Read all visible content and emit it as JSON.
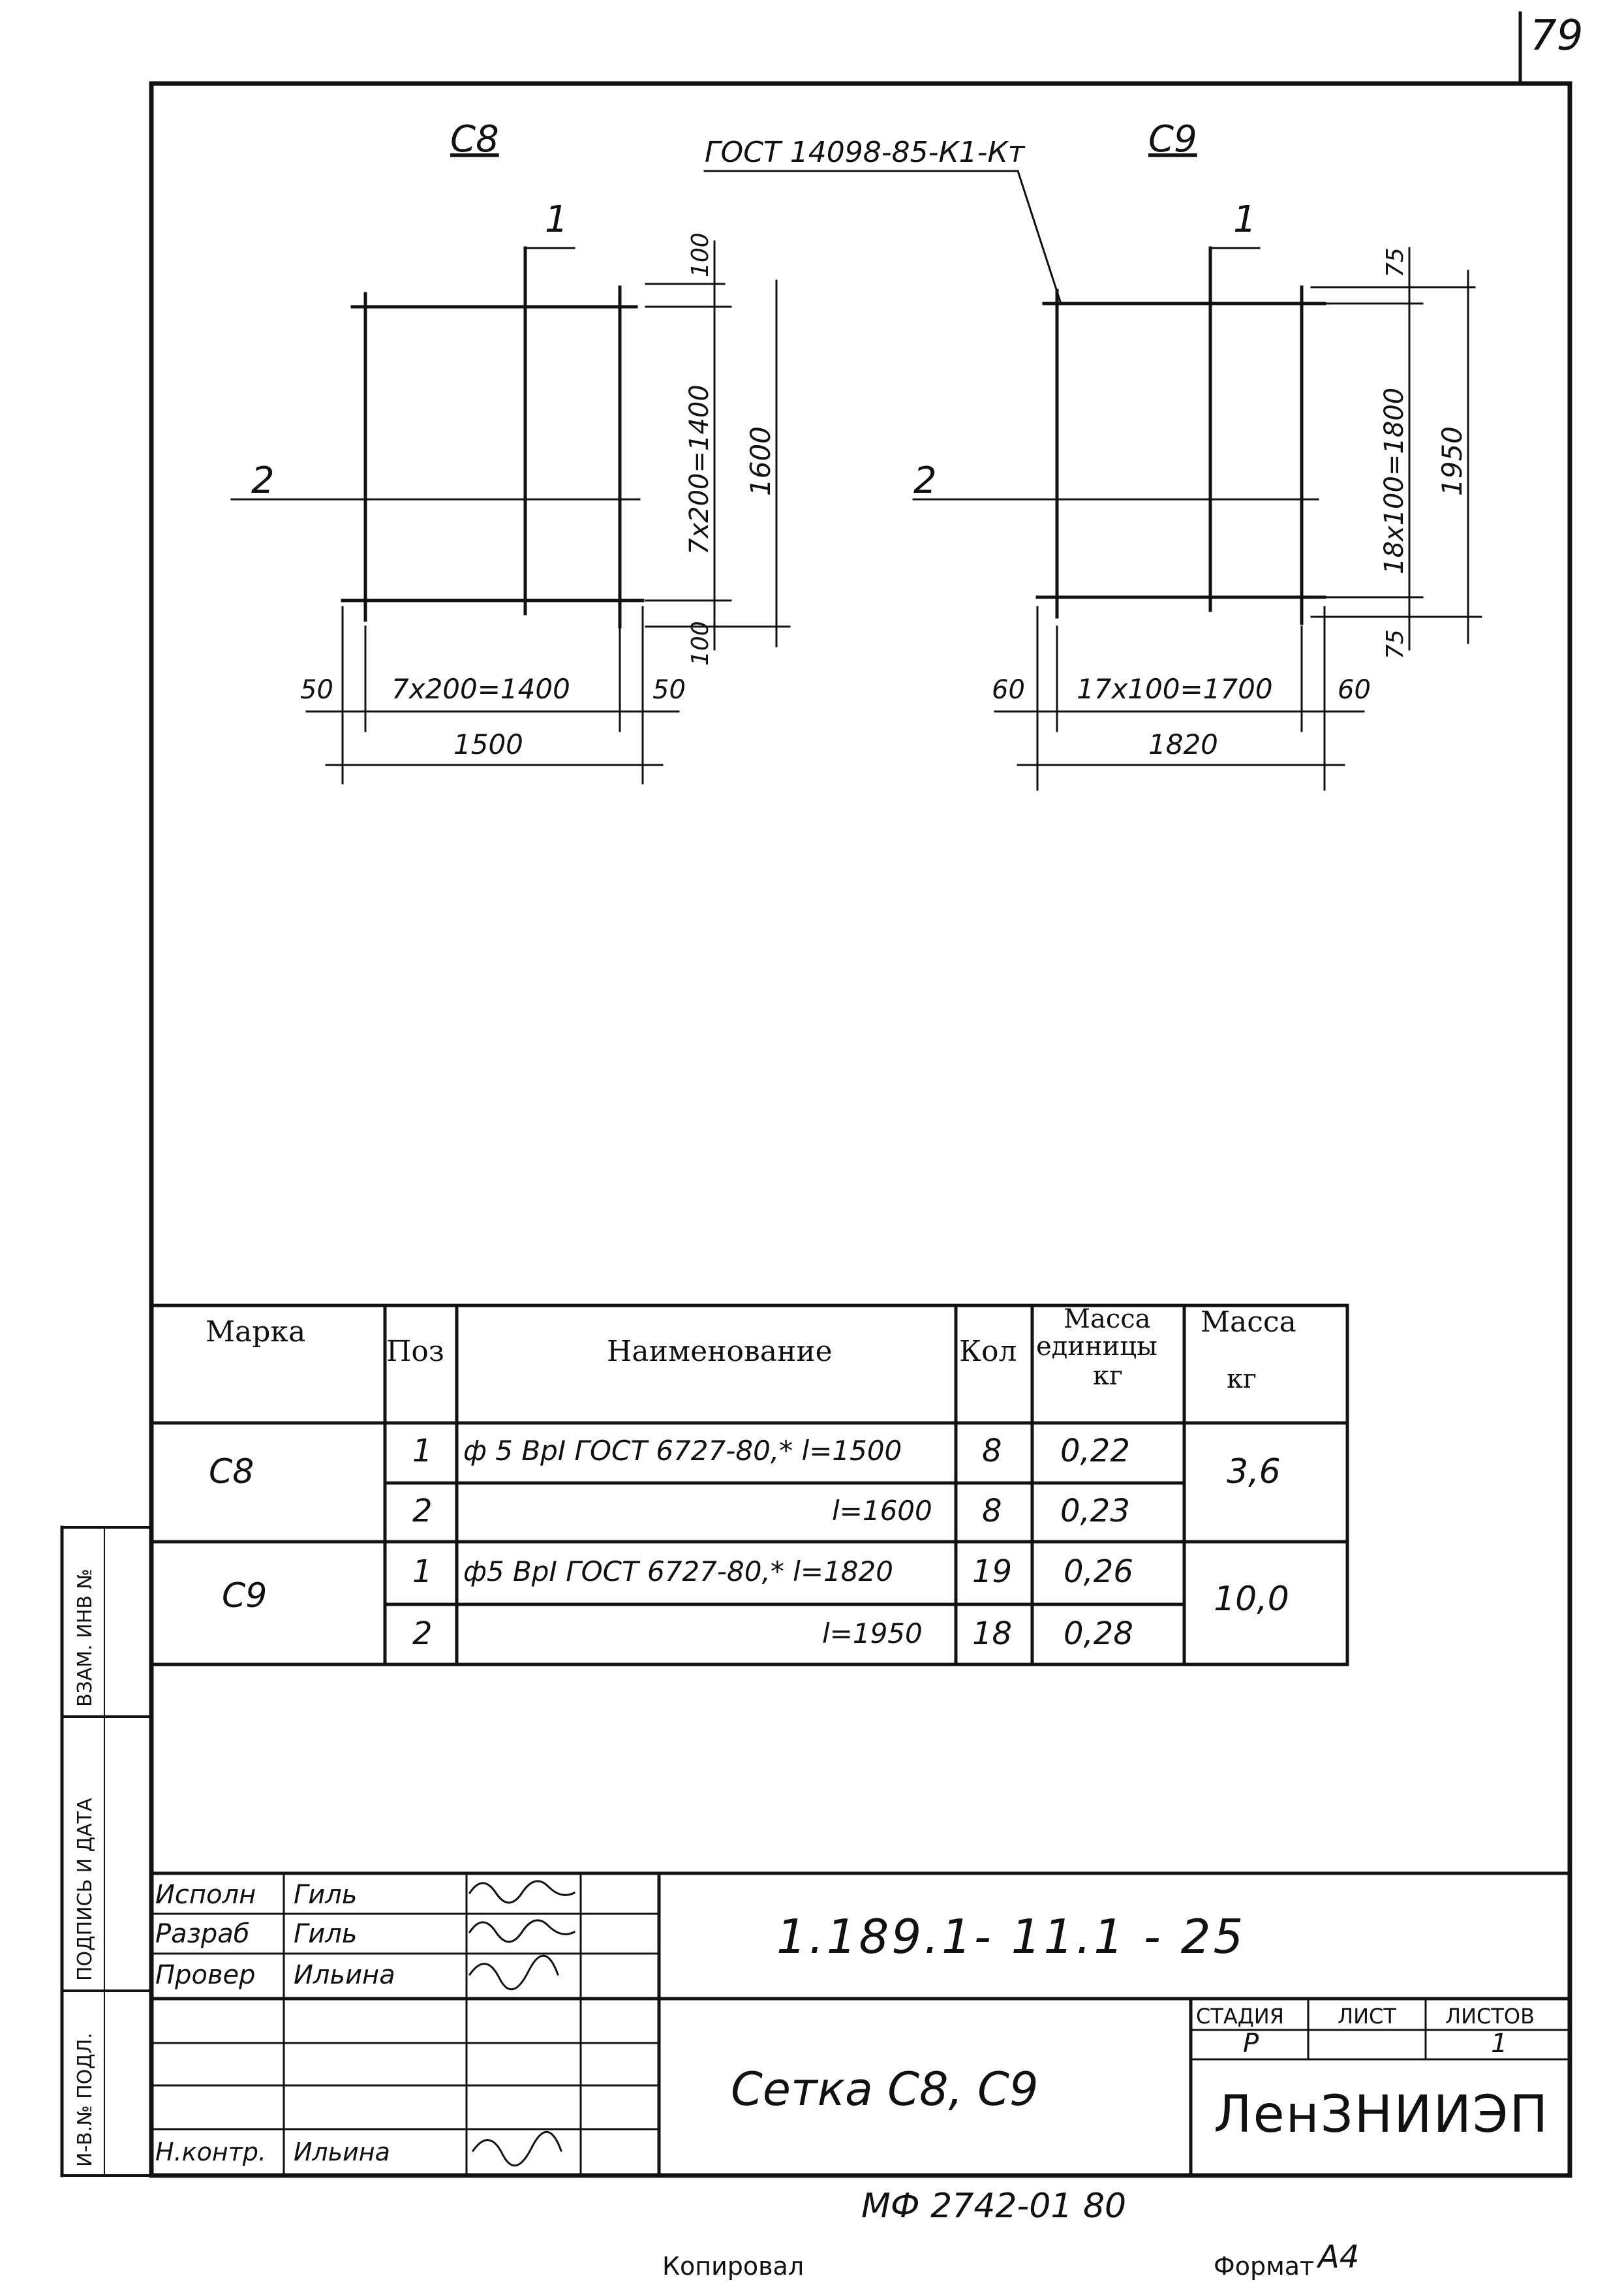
{
  "sheet_number": "79",
  "drawings": [
    {
      "mark": "С8",
      "position_1": "1",
      "position_2": "2",
      "dim_top": "100",
      "dim_bottom": "100",
      "dim_vertical_spacing": "7x200=1400",
      "dim_vertical_total": "1600",
      "dim_left": "50",
      "dim_right": "50",
      "dim_horizontal_spacing": "7x200=1400",
      "dim_horizontal_total": "1500"
    },
    {
      "mark": "С9",
      "position_1": "1",
      "position_2": "2",
      "dim_top": "75",
      "dim_bottom": "75",
      "dim_vertical_spacing": "18x100=1800",
      "dim_vertical_total": "1950",
      "dim_left": "60",
      "dim_right": "60",
      "dim_horizontal_spacing": "17x100=1700",
      "dim_horizontal_total": "1820"
    }
  ],
  "weld_callout": "ГОСТ 14098-85-К1-Кт",
  "spec_table": {
    "headers": {
      "mark": "Марка",
      "pos": "Поз",
      "name": "Наименование",
      "qty": "Кол",
      "unit_mass": [
        "Масса",
        "единицы",
        "кг"
      ],
      "total_mass": [
        "Масса",
        "кг"
      ]
    },
    "groups": [
      {
        "mark": "С8",
        "total_mass": "3,6",
        "rows": [
          {
            "pos": "1",
            "name": "ф 5 ВрI ГОСТ 6727-80,* l=1500",
            "qty": "8",
            "unit_mass": "0,22"
          },
          {
            "pos": "2",
            "name": "l=1600",
            "qty": "8",
            "unit_mass": "0,23"
          }
        ]
      },
      {
        "mark": "С9",
        "total_mass": "10,0",
        "rows": [
          {
            "pos": "1",
            "name": "ф5 ВрI ГОСТ 6727-80,* l=1820",
            "qty": "19",
            "unit_mass": "0,26"
          },
          {
            "pos": "2",
            "name": "l=1950",
            "qty": "18",
            "unit_mass": "0,28"
          }
        ]
      }
    ]
  },
  "side_stamp": {
    "inv_zam": "ВЗАМ. ИНВ №",
    "sign_date": "ПОДПИСЬ И ДАТА",
    "inv_podl": "И-В.№ ПОДЛ."
  },
  "title_block": {
    "doc_code": "1.189.1- 11.1 - 25",
    "title": "Сетка С8, С9",
    "roles": [
      {
        "role": "Исполн",
        "name": "Гиль"
      },
      {
        "role": "Разраб",
        "name": "Гиль"
      },
      {
        "role": "Провер",
        "name": "Ильина"
      }
    ],
    "norm_control": {
      "role": "Н.контр.",
      "name": "Ильина"
    },
    "stage_label": "СТАДИЯ",
    "sheet_label": "ЛИСТ",
    "sheets_label": "ЛИСТОВ",
    "stage_value": "Р",
    "sheets_value": "1",
    "organization": "ЛенЗНИИЭП"
  },
  "footer": {
    "archive_code": "МФ 2742-01   80",
    "copied": "Копировал",
    "format_label": "Формат",
    "format_value": "А4"
  },
  "colors": {
    "ink": "#111111",
    "paper": "#ffffff"
  }
}
